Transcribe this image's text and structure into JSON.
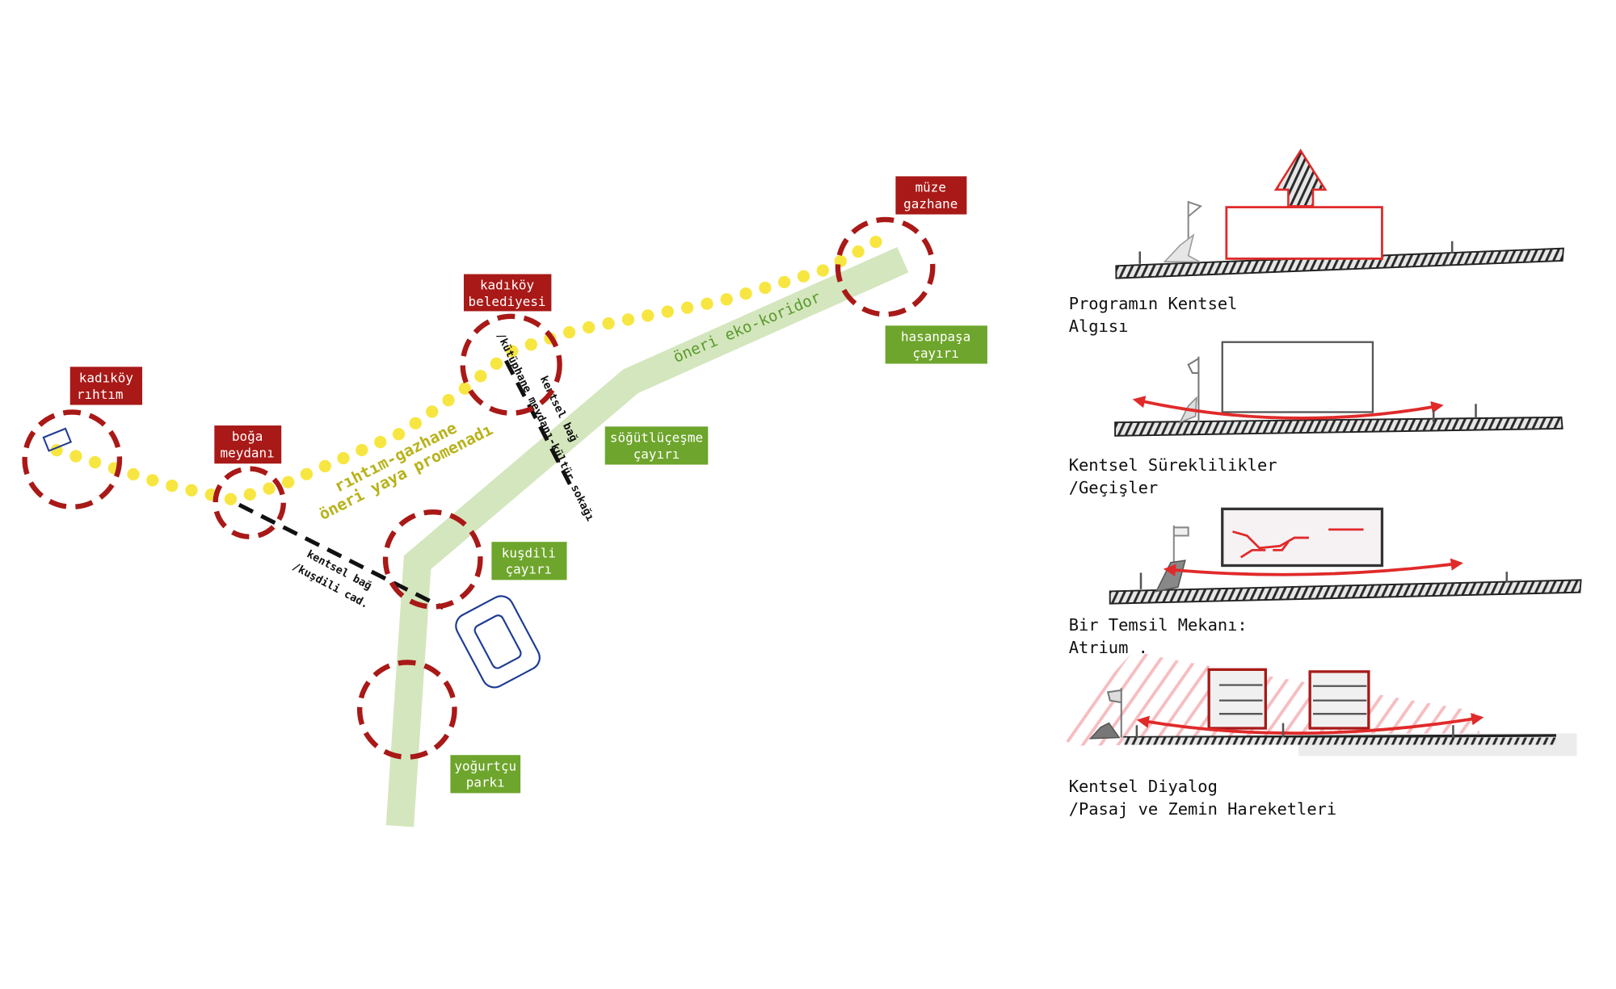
{
  "colors": {
    "node_red": "#a81917",
    "park_green": "#6ea52c",
    "corridor_green": "#d4e6bd",
    "promenade_yellow": "#f7e642",
    "promenade_text": "#b8b21a",
    "eco_text": "#5a9a2c",
    "link_black": "#111111",
    "building_blue": "#1f3c94",
    "sketch_red": "#e02a2a",
    "sketch_gray": "#444444"
  },
  "map": {
    "nodes": [
      {
        "id": "kadikoy-rihtim",
        "label_lines": [
          "kadıköy",
          "rıhtım"
        ]
      },
      {
        "id": "boga-meydani",
        "label_lines": [
          "boğa",
          "meydanı"
        ]
      },
      {
        "id": "kadikoy-belediyesi",
        "label_lines": [
          "kadıköy",
          "belediyesi"
        ]
      },
      {
        "id": "muze-gazhane",
        "label_lines": [
          "müze",
          "gazhane"
        ]
      },
      {
        "id": "kusdili",
        "label_lines": null
      },
      {
        "id": "yogurtcu",
        "label_lines": null
      }
    ],
    "parks": [
      {
        "id": "sogutlucesme-cayiri",
        "label_lines": [
          "söğütlüçeşme",
          "çayırı"
        ]
      },
      {
        "id": "hasanpasa-cayiri",
        "label_lines": [
          "hasanpaşa",
          "çayırı"
        ]
      },
      {
        "id": "kusdili-cayiri",
        "label_lines": [
          "kuşdili",
          "çayırı"
        ]
      },
      {
        "id": "yogurtcu-parki",
        "label_lines": [
          "yoğurtçu",
          "parkı"
        ]
      }
    ],
    "promenade": {
      "line1": "rıhtım-gazhane",
      "line2": "öneri yaya promenadı"
    },
    "eco_corridor": {
      "label": "öneri eko-koridor"
    },
    "links": [
      {
        "id": "kusdili-link",
        "line1": "kentsel bağ",
        "line2": "/kuşdili cad."
      },
      {
        "id": "kultur-link",
        "line1": "kentsel bağ",
        "line2": "/kütüphane meydanı-kültür sokağı"
      }
    ]
  },
  "sketches": [
    {
      "id": "program",
      "caption_lines": [
        "Programın Kentsel",
        "Algısı"
      ]
    },
    {
      "id": "continuity",
      "caption_lines": [
        "Kentsel Süreklilikler",
        "/Geçişler"
      ]
    },
    {
      "id": "atrium",
      "caption_lines": [
        "Bir Temsil Mekanı:",
        "Atrium ."
      ]
    },
    {
      "id": "dialog",
      "caption_lines": [
        "Kentsel Diyalog",
        "/Pasaj ve Zemin Hareketleri"
      ]
    }
  ]
}
